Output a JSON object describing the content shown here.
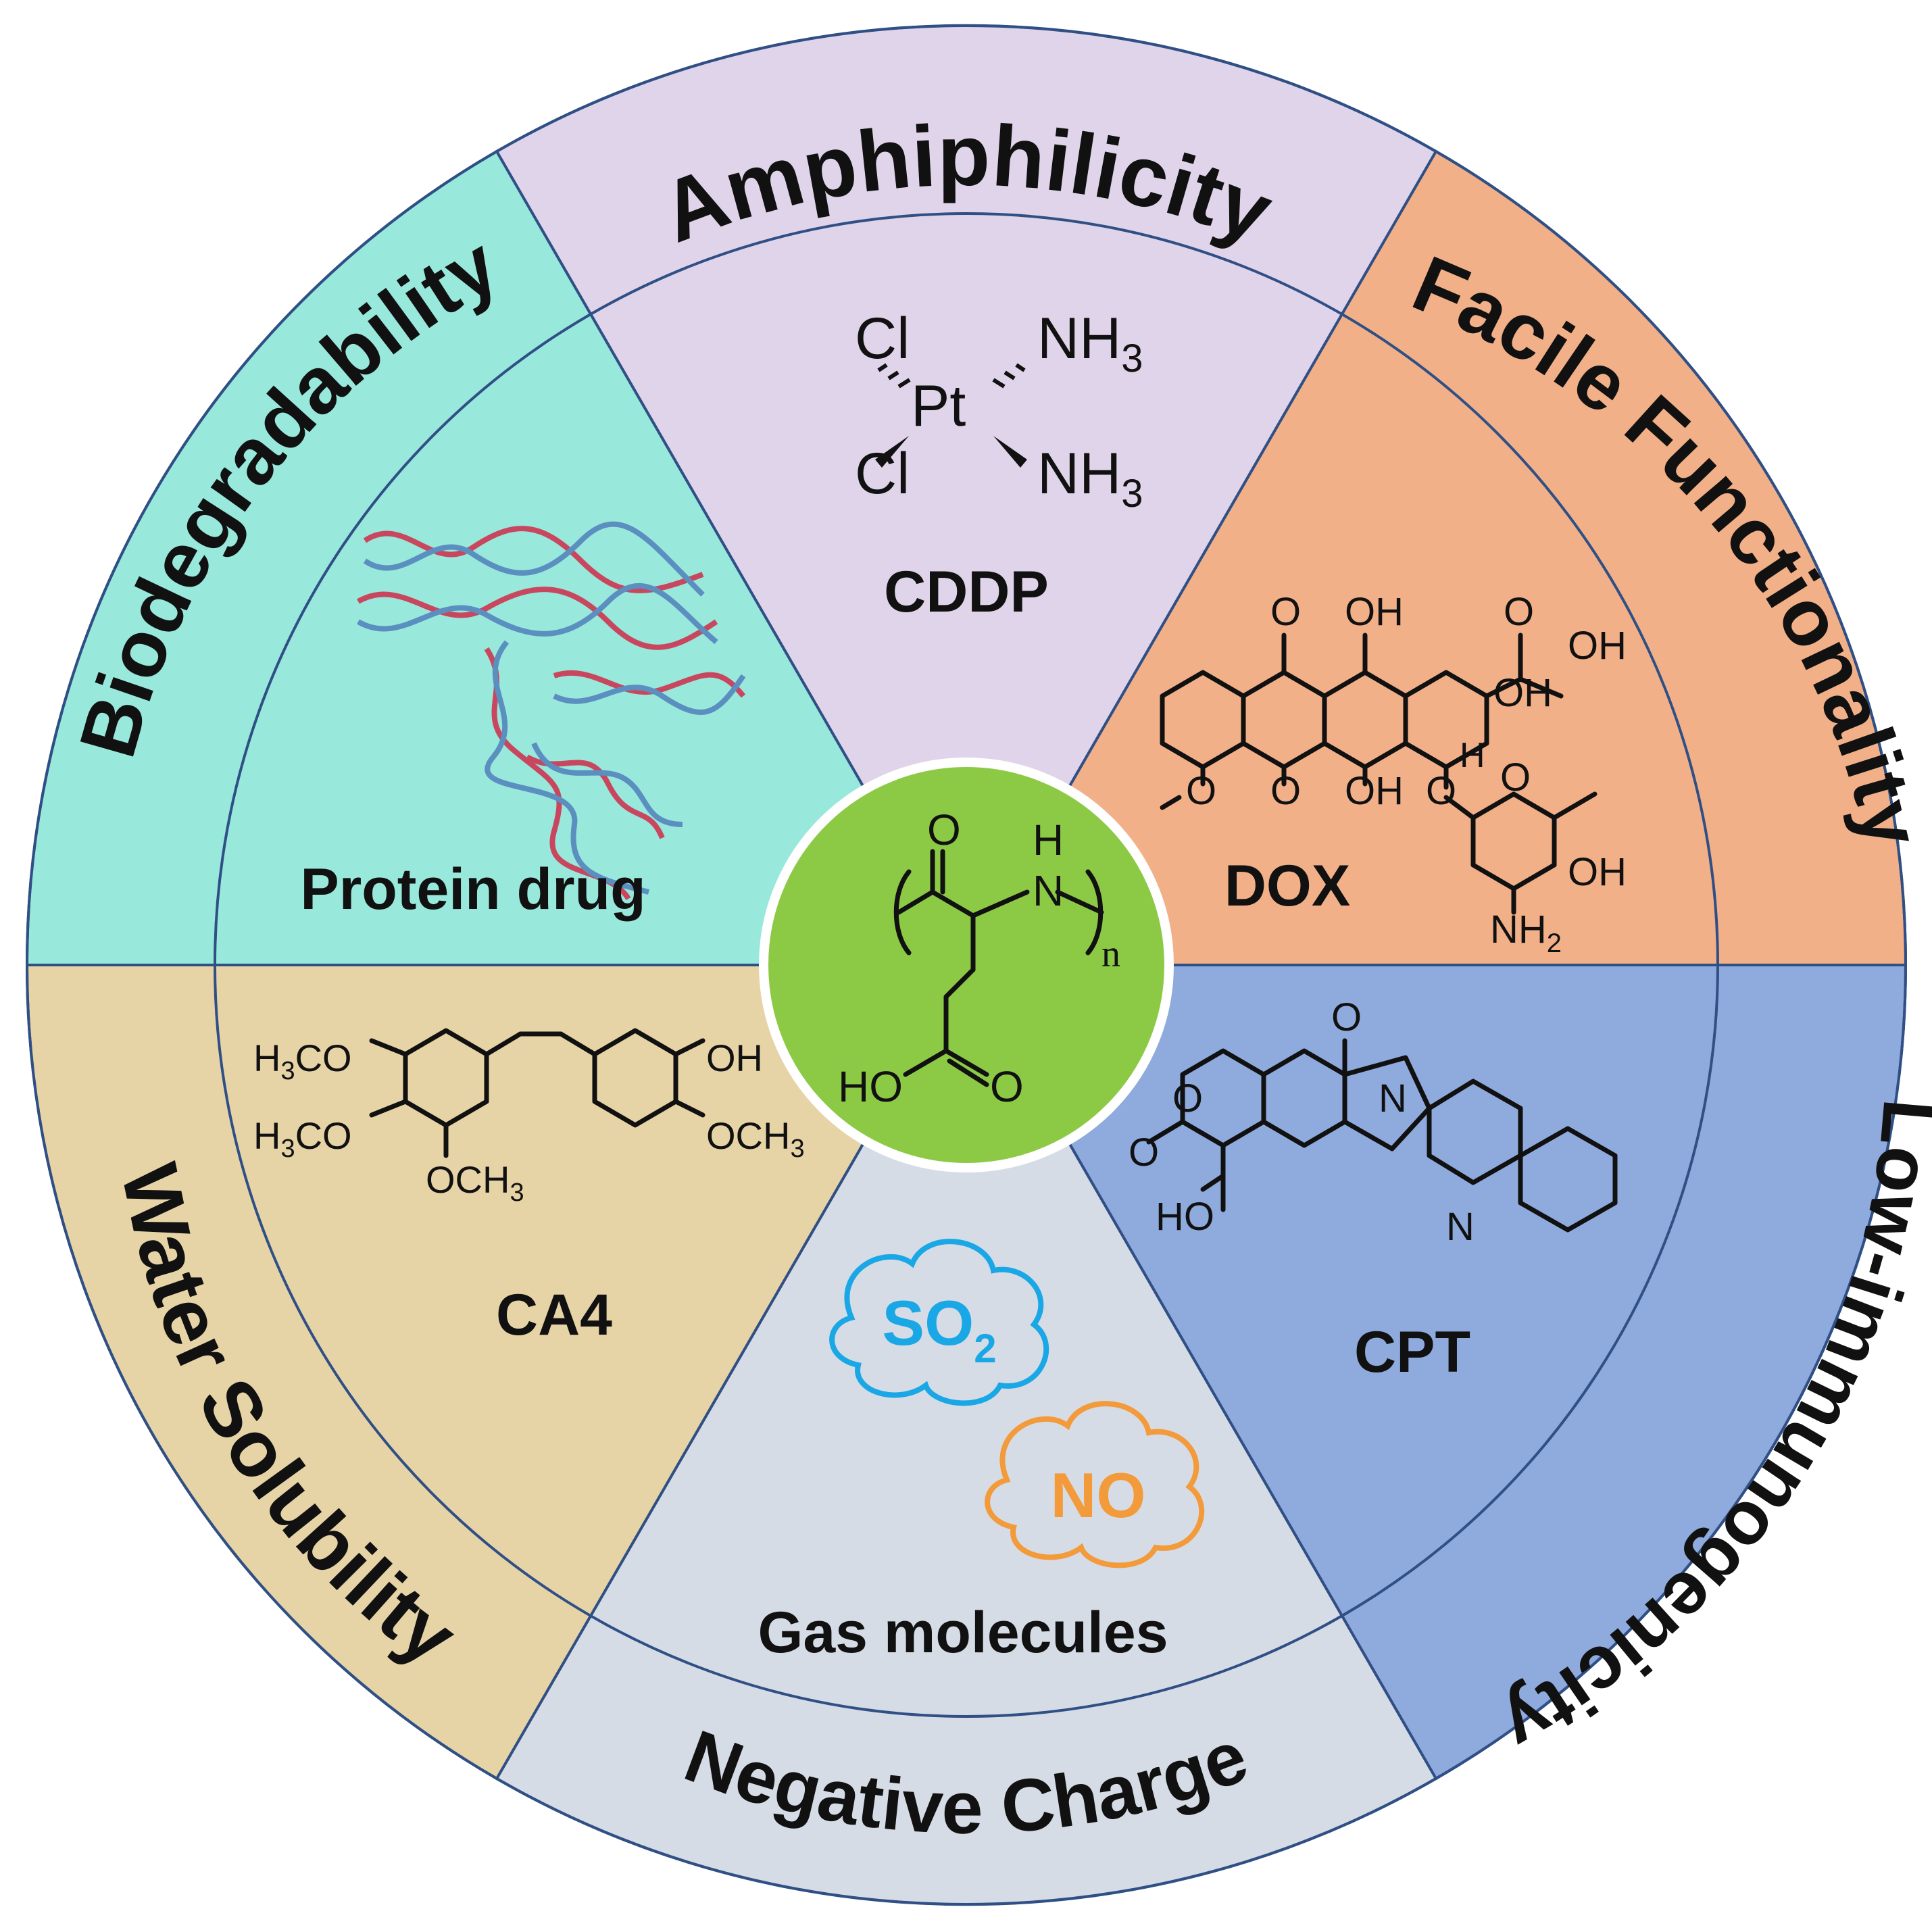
{
  "properties": {
    "top": "Amphiphilicity",
    "upper_right": "Facile Functionality",
    "lower_right": "Low-immunogenicity",
    "bottom": "Negative Charge",
    "lower_left": "Water Solubility",
    "upper_left": "Biodegradability"
  },
  "drugs": {
    "top": "CDDP",
    "upper_right": "DOX",
    "lower_right": "CPT",
    "bottom": "Gas molecules",
    "lower_left": "CA4",
    "upper_left": "Protein drug"
  },
  "center": {
    "subscript_n": "n",
    "atom_N": "N",
    "atom_H": "H",
    "atom_O_carbonyl": "O",
    "atom_HO": "HO",
    "atom_O_acid": "O"
  },
  "cddp": {
    "cl_top": "Cl",
    "cl_bottom": "Cl",
    "pt": "Pt",
    "nh3_top": "NH",
    "nh3_bottom": "NH",
    "sub3": "3"
  },
  "dox": {
    "o1": "O",
    "o2": "O",
    "o3": "O",
    "o4": "O",
    "o5": "O",
    "o6": "O",
    "oh1": "OH",
    "oh2": "OH",
    "oh3": "OH",
    "oh4": "OH",
    "oh5": "OH",
    "h": "H",
    "nh2": "NH",
    "sub2": "2"
  },
  "cpt": {
    "o1": "O",
    "o2": "O",
    "o3": "O",
    "n1": "N",
    "n2": "N",
    "ho": "HO"
  },
  "ca4": {
    "h3co_top": "H",
    "h3co_mid": "H",
    "sub3": "3",
    "co": "CO",
    "oh": "OH",
    "och3_right": "OCH",
    "och3_bottom": "OCH"
  },
  "gas": {
    "so2_main": "SO",
    "so2_sub": "2",
    "no": "NO"
  },
  "colors": {
    "amphiphilicity": "#e0d4ea",
    "facile_functionality": "#f2b088",
    "low_immunogenicity": "#8faadc",
    "negative_charge": "#d6dce5",
    "water_solubility": "#e7d4a6",
    "biodegradability": "#98e8dc",
    "center": "#8cca46",
    "so2": "#1aa7e6",
    "no": "#f39a3b",
    "outline": "#2f4f85"
  }
}
